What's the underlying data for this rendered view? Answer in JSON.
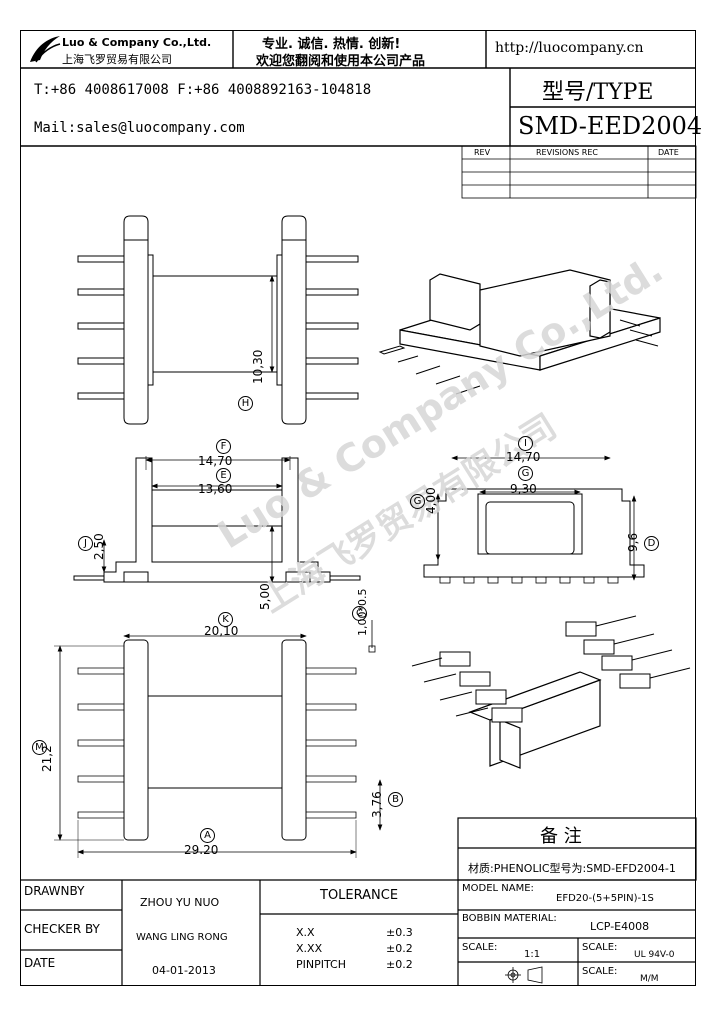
{
  "header": {
    "company_en": "Luo & Company Co.,Ltd.",
    "company_cn": "上海飞罗贸易有限公司",
    "slogan_line1": "专业. 诚信. 热情. 创新!",
    "slogan_line2": "欢迎您翻阅和使用本公司产品",
    "website": "http://luocompany.cn",
    "phone": "T:+86 4008617008 F:+86 4008892163-104818",
    "mail": "Mail:sales@luocompany.com",
    "type_label": "型号/TYPE",
    "type_value": "SMD-EED2004"
  },
  "revisions": {
    "col_rev": "REV",
    "col_rec": "REVISIONS REC",
    "col_date": "DATE"
  },
  "watermark": {
    "line1": "Luo & Company Co.,Ltd.",
    "line2": "上海飞罗贸易有限公司"
  },
  "dimensions": {
    "h": "10,30",
    "f": "14,70",
    "e": "13,60",
    "j": "2,50",
    "five": "5,00",
    "c": "1,00*0.5",
    "i": "14,70",
    "g": "9,30",
    "four": "4,00",
    "d": "9,6",
    "k": "20,10",
    "m": "21,2",
    "b": "3,76",
    "a": "29.20"
  },
  "markers": {
    "h": "H",
    "f": "F",
    "e": "E",
    "j": "J",
    "c": "C",
    "i": "I",
    "g": "G",
    "d": "D",
    "k": "K",
    "m": "M",
    "b": "B",
    "a": "A"
  },
  "notes": {
    "title": "备 注",
    "material": "材质:PHENOLIC型号为:SMD-EFD2004-1"
  },
  "title_block": {
    "drawnby_label": "DRAWNBY",
    "drawnby_value": "ZHOU YU NUO",
    "checker_label": "CHECKER BY",
    "checker_value": "WANG LING RONG",
    "date_label": "DATE",
    "date_value": "04-01-2013",
    "tolerance_label": "TOLERANCE",
    "tol_rows": [
      {
        "k": "X.X",
        "v": "±0.3"
      },
      {
        "k": "X.XX",
        "v": "±0.2"
      },
      {
        "k": "PINPITCH",
        "v": "±0.2"
      }
    ],
    "model_label": "MODEL NAME:",
    "model_value": "EFD20-(5+5PIN)-1S",
    "bobbin_label": "BOBBIN MATERIAL:",
    "bobbin_value": "LCP-E4008",
    "scale_label": "SCALE:",
    "scale_value": "1:1",
    "scale2_label": "SCALE:",
    "scale2_value": "UL 94V-0",
    "scale3_label": "SCALE:",
    "scale3_value": "M/M"
  }
}
